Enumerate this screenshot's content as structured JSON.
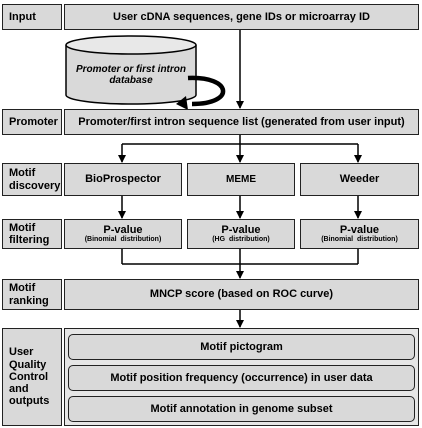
{
  "stages": {
    "input": {
      "label": "Input",
      "content": "User cDNA sequences, gene IDs or microarray ID"
    },
    "database": {
      "line1": "Promoter or first intron",
      "line2": "database"
    },
    "promoter": {
      "label": "Promoter",
      "content": "Promoter/first intron sequence list (generated from user input)"
    },
    "discovery": {
      "label_line1": "Motif",
      "label_line2": "discovery",
      "tools": [
        "BioProspector",
        "MEME",
        "Weeder"
      ]
    },
    "filtering": {
      "label_line1": "Motif",
      "label_line2": "filtering",
      "boxes": [
        {
          "title": "P-value",
          "sub": "(Binomial  distribution)"
        },
        {
          "title": "P-value",
          "sub": "(HG  distribution)"
        },
        {
          "title": "P-value",
          "sub": "(Binomial  distribution)"
        }
      ]
    },
    "ranking": {
      "label_line1": "Motif",
      "label_line2": "ranking",
      "content": "MNCP score (based on ROC curve)"
    },
    "outputs": {
      "label_lines": [
        "User",
        "Quality",
        "Control",
        "and",
        "outputs"
      ],
      "items": [
        "Motif pictogram",
        "Motif position frequency (occurrence) in user data",
        "Motif annotation in genome subset"
      ]
    }
  }
}
